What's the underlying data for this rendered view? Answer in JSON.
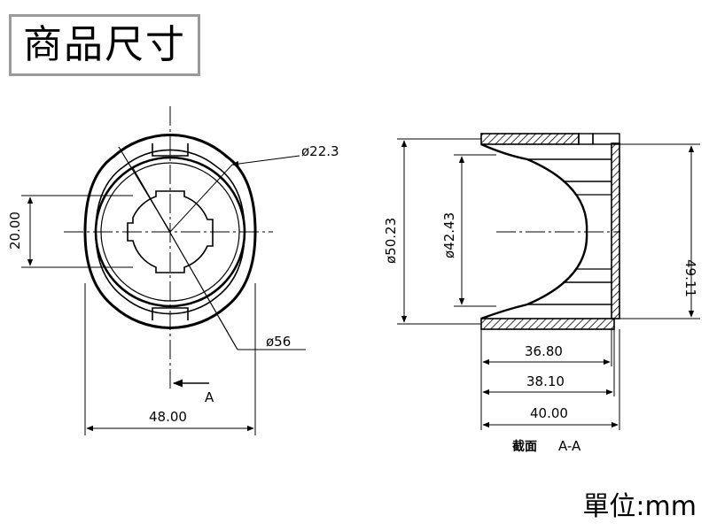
{
  "header": {
    "title": "商品尺寸"
  },
  "footer": {
    "unit": "單位:mm"
  },
  "front_view": {
    "dim_diameter_small": "ø22.3",
    "dim_diameter_large": "ø56",
    "dim_height": "20.00",
    "dim_width": "48.00",
    "section_marker": "A"
  },
  "section_view": {
    "dim_outer_diameter": "ø50.23",
    "dim_inner_diameter": "ø42.43",
    "dim_right_height": "49.11",
    "dim_len_1": "36.80",
    "dim_len_2": "38.10",
    "dim_len_3": "40.00",
    "caption_prefix": "截面",
    "caption_suffix": "A-A"
  }
}
